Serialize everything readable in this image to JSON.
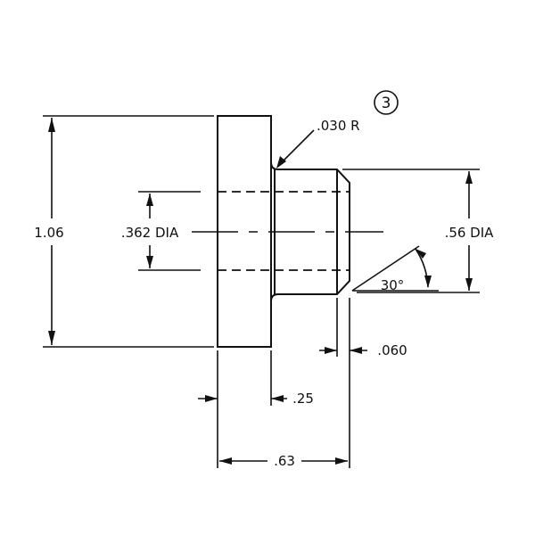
{
  "dimensions": {
    "overall_height": ".1.06",
    "bore_diameter": ".362 DIA",
    "boss_diameter": ".56 DIA",
    "flange_thickness": ".25",
    "overall_length": ".63",
    "chamfer_length": ".060",
    "chamfer_angle": "30°",
    "fillet_radius": ".030 R"
  },
  "callouts": {
    "note_number": "3"
  }
}
